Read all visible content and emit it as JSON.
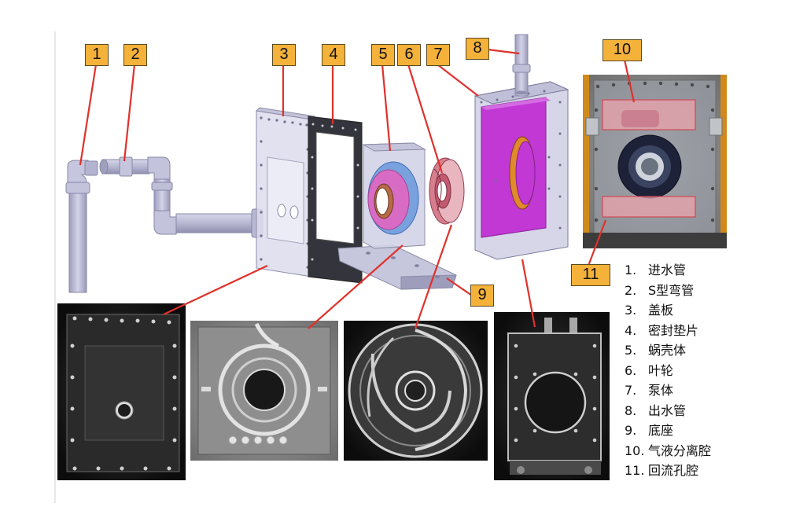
{
  "callouts": [
    "1",
    "2",
    "3",
    "4",
    "5",
    "6",
    "7",
    "8",
    "9",
    "10",
    "11"
  ],
  "legend": [
    {
      "num": "1.",
      "label": "进水管"
    },
    {
      "num": "2.",
      "label": "S型弯管"
    },
    {
      "num": "3.",
      "label": "盖板"
    },
    {
      "num": "4.",
      "label": "密封垫片"
    },
    {
      "num": "5.",
      "label": "蜗壳体"
    },
    {
      "num": "6.",
      "label": "叶轮"
    },
    {
      "num": "7.",
      "label": "泵体"
    },
    {
      "num": "8.",
      "label": "出水管"
    },
    {
      "num": "9.",
      "label": "底座"
    },
    {
      "num": "10.",
      "label": "气液分离腔"
    },
    {
      "num": "11.",
      "label": "回流孔腔"
    }
  ],
  "colors": {
    "callout_fill": "#f4b23a",
    "leader_line": "#e0312b",
    "pipe": "#b9b9d3",
    "cover_plate": "#d4d4e6",
    "gasket": "#3c3c46",
    "pump_body": "#c13cd6",
    "impeller": "#c75a70",
    "photo_bg": "#1a1a1a"
  }
}
